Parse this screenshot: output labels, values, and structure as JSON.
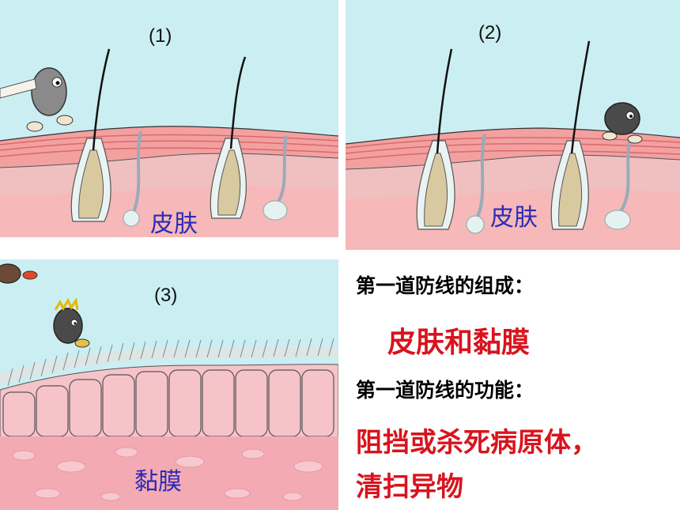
{
  "panels": [
    {
      "number": "(1)",
      "tissue_label": "皮肤"
    },
    {
      "number": "(2)",
      "tissue_label": "皮肤"
    },
    {
      "number": "(3)",
      "tissue_label": "黏膜"
    }
  ],
  "text": {
    "composition_heading": "第一道防线的组成：",
    "composition_value": "皮肤和黏膜",
    "function_heading": "第一道防线的功能：",
    "function_line1": "阻挡或杀死病原体，",
    "function_line2": "清扫异物"
  },
  "colors": {
    "sky": "#cbeef2",
    "skin": "#f5c7c7",
    "skin_stripe": "#e88f8f",
    "dermis": "#f6b8b8",
    "mucosa": "#f4aab3",
    "label_blue": "#2b2bb5",
    "answer_red": "#d8141e"
  }
}
